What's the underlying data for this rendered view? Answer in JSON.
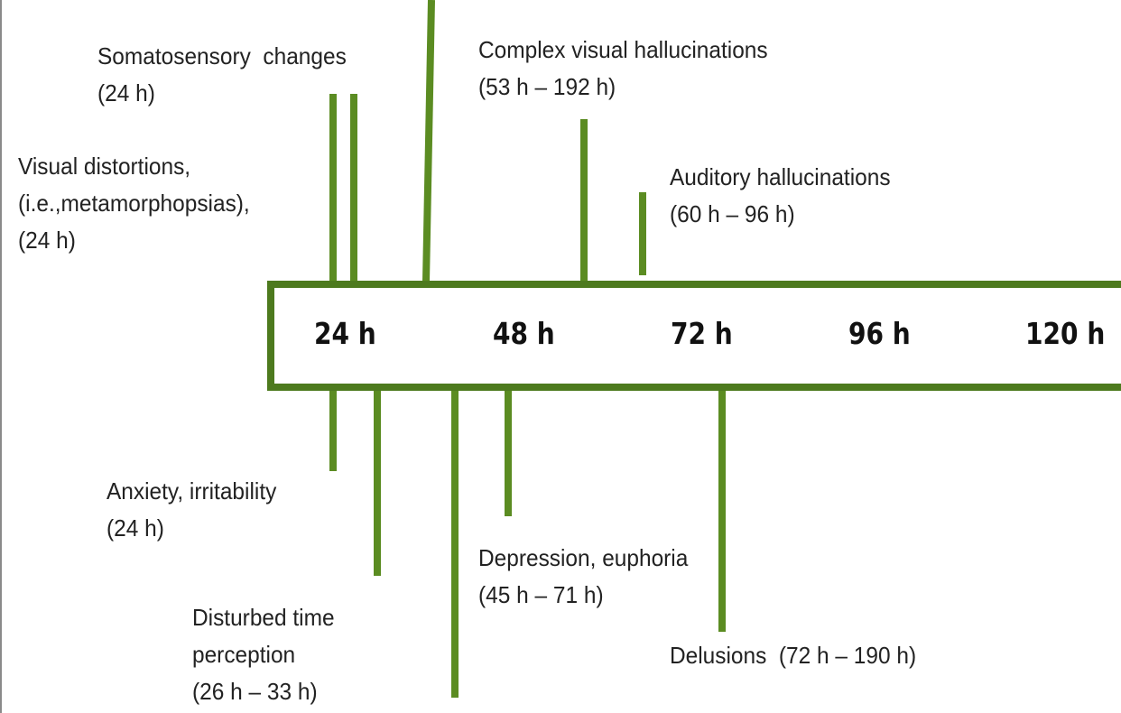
{
  "timeline": {
    "ticks": [
      "24 h",
      "48 h",
      "72 h",
      "96 h",
      "120 h"
    ],
    "line_color": "#5b8c22",
    "box_color": "#4d7a1e"
  },
  "events_above": [
    {
      "label": "Somatosensory  changes\n(24 h)"
    },
    {
      "label": "Visual distortions,\n(i.e.,metamorphopsias),\n(24 h)"
    },
    {
      "label": "Complex visual hallucinations\n(53 h – 192 h)"
    },
    {
      "label": "Auditory hallucinations\n(60 h – 96 h)"
    }
  ],
  "events_below": [
    {
      "label": "Anxiety, irritability\n(24 h)"
    },
    {
      "label": "Disturbed time\nperception\n(26 h – 33 h)"
    },
    {
      "label": "Depression, euphoria\n(45 h – 71 h)"
    },
    {
      "label": "Delusions  (72 h – 190 h)"
    }
  ]
}
